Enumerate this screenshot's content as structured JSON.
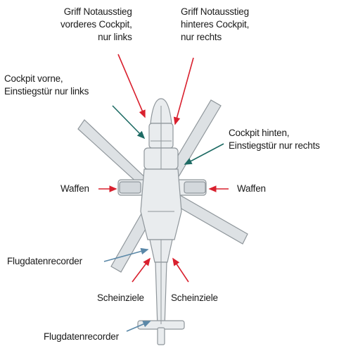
{
  "labels": {
    "griff_vorne": [
      "Griff Notausstieg",
      "vorderes Cockpit,",
      "nur links"
    ],
    "griff_hinten": [
      "Griff Notausstieg",
      "hinteres Cockpit,",
      "nur rechts"
    ],
    "cockpit_vorne": [
      "Cockpit vorne,",
      "Einstiegstür nur links"
    ],
    "cockpit_hinten": [
      "Cockpit  hinten,",
      "Einstiegstür nur rechts"
    ],
    "waffen_links": "Waffen",
    "waffen_rechts": "Waffen",
    "flugdaten_1": "Flugdatenrecorder",
    "scheinziele_links": "Scheinziele",
    "scheinziele_rechts": "Scheinziele",
    "flugdaten_2": "Flugdatenrecorder"
  },
  "colors": {
    "red_arrow": "#d9202e",
    "teal_arrow": "#1e6b64",
    "blue_arrow": "#5a88a8",
    "helicopter": "#8f969b",
    "helicopter_light": "#c9ced2"
  }
}
